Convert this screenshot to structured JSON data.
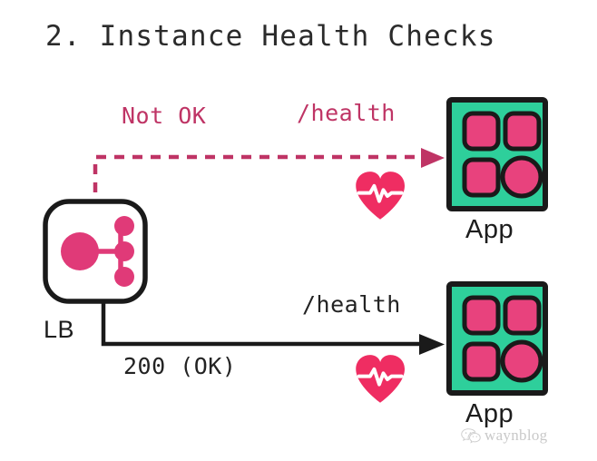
{
  "page": {
    "title": "2. Instance Health Checks",
    "background_color": "#ffffff"
  },
  "colors": {
    "app_fill_green": "#2ecf9b",
    "app_tile_pink": "#e8427d",
    "heart_pink": "#ef2d62",
    "crimson_dashed": "#bf3465",
    "outline_black": "#1a1a1a",
    "text_dark": "#232323",
    "lb_accent_pink": "#e03a78"
  },
  "diagram": {
    "type": "load-balancer-health-check",
    "nodes": [
      {
        "id": "lb",
        "label": "LB",
        "icon": "load-balancer-icon",
        "role": "load balancer"
      },
      {
        "id": "app-top",
        "label": "App",
        "icon": "app-grid-icon",
        "health": "unhealthy"
      },
      {
        "id": "app-bottom",
        "label": "App",
        "icon": "app-grid-icon",
        "health": "healthy"
      }
    ],
    "flows": [
      {
        "id": "flow-top",
        "from": "lb",
        "to": "app-top",
        "request_label": "/health",
        "response_label": "Not OK",
        "line_style": "dashed",
        "color": "#bf3465",
        "status_icon": "heartbeat-icon"
      },
      {
        "id": "flow-bottom",
        "from": "lb",
        "to": "app-bottom",
        "request_label": "/health",
        "response_label": "200 (OK)",
        "line_style": "solid",
        "color": "#1a1a1a",
        "status_icon": "heartbeat-icon"
      }
    ]
  },
  "watermark": {
    "text": "waynblog",
    "icon": "wechat-icon"
  }
}
